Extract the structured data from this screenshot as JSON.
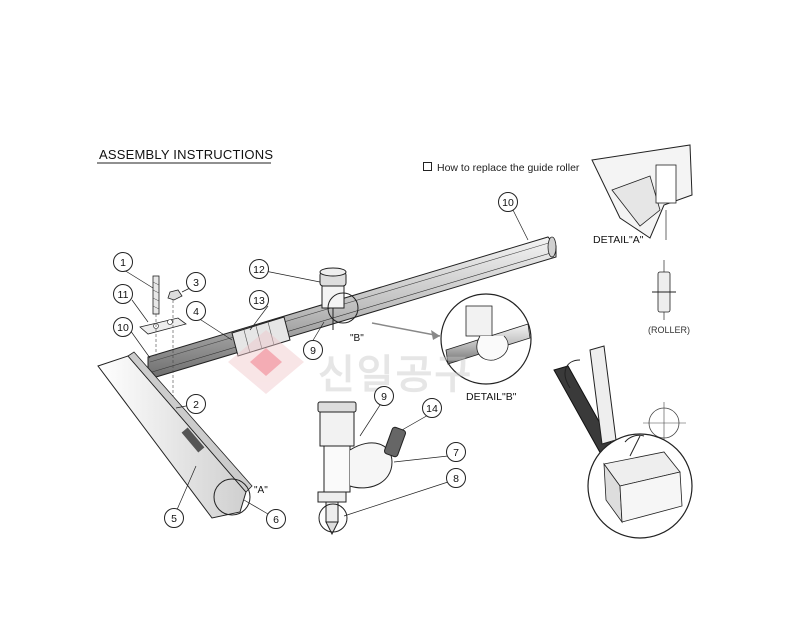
{
  "title": "ASSEMBLY INSTRUCTIONS",
  "note": "How to replace the guide roller",
  "detail_a_label": "DETAIL\"A\"",
  "detail_b_label": "DETAIL\"B\"",
  "roller_label": "(ROLLER)",
  "marker_a": "\"A\"",
  "marker_b": "\"B\"",
  "watermark_text": "신일공구",
  "callouts": [
    "1",
    "2",
    "3",
    "4",
    "5",
    "6",
    "7",
    "8",
    "9",
    "9",
    "10",
    "10",
    "11",
    "12",
    "13",
    "14"
  ],
  "colors": {
    "line": "#222222",
    "watermark": "#e8485a",
    "accent": "#f0c6ca"
  }
}
